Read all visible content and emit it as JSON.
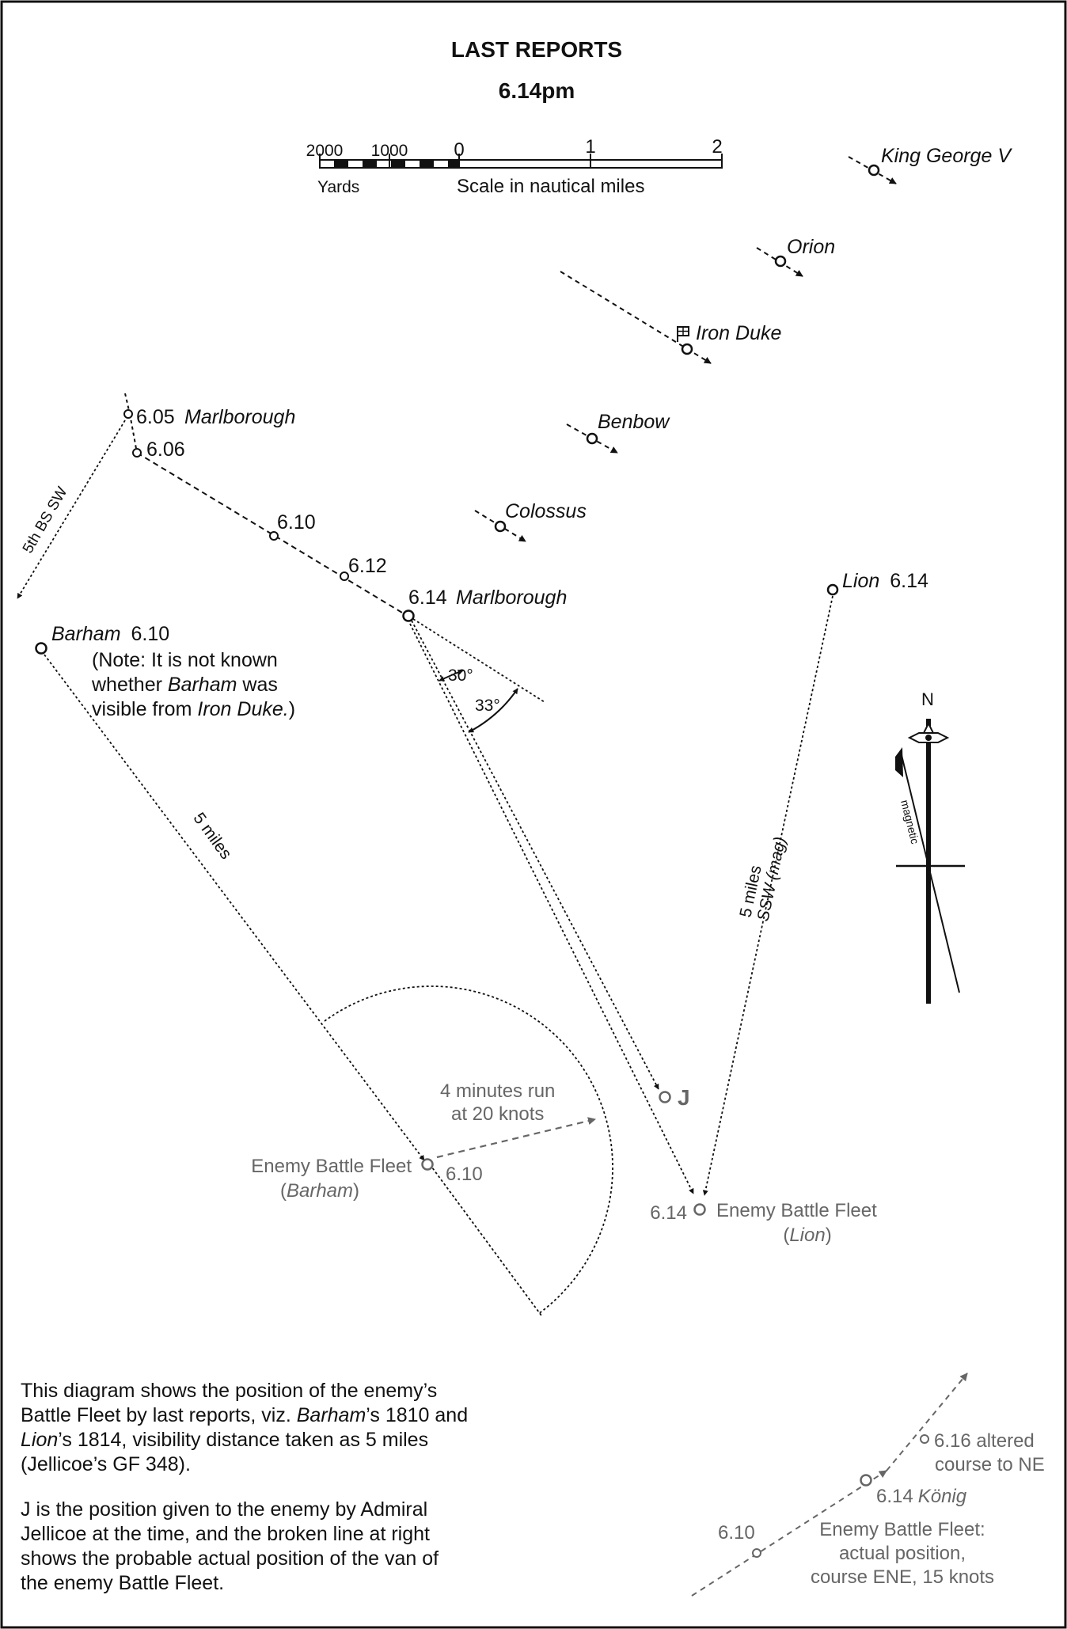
{
  "title": "LAST REPORTS",
  "subtitle": "6.14pm",
  "scale": {
    "yard_labels": [
      "2000",
      "1000",
      "0"
    ],
    "mile_labels": [
      "1",
      "2"
    ],
    "yards_caption": "Yards",
    "miles_caption": "Scale in nautical miles"
  },
  "ships": {
    "king_george_v": "King George V",
    "orion": "Orion",
    "iron_duke": "Iron Duke",
    "benbow": "Benbow",
    "colossus": "Colossus",
    "lion_name": "Lion",
    "lion_time": "6.14"
  },
  "marlborough": {
    "t605": "6.05",
    "name_605": "Marlborough",
    "t606": "6.06",
    "t610": "6.10",
    "t612": "6.12",
    "t614": "6.14",
    "name_614": "Marlborough",
    "fifth_bs": "5th BS SW"
  },
  "barham": {
    "name": "Barham",
    "time": "6.10",
    "note_1": "(Note: It is not known",
    "note_2a": "whether ",
    "note_2b": "Barham",
    "note_2c": " was",
    "note_3a": "visible from ",
    "note_3b": "Iron Duke.",
    "note_3c": ")",
    "distance": "5 miles"
  },
  "angles": {
    "a30": "30°",
    "a33": "33°"
  },
  "lion_bearing": {
    "distance": "5 miles",
    "bearing": "SSW (mag)"
  },
  "run": {
    "line1": "4 minutes run",
    "line2": "at 20 knots"
  },
  "enemy_barham": {
    "label": "Enemy Battle Fleet",
    "paren_open": "(",
    "name": "Barham",
    "paren_close": ")",
    "time": "6.10"
  },
  "enemy_lion": {
    "time": "6.14",
    "label": "Enemy Battle Fleet",
    "paren_open": "(",
    "name": "Lion",
    "paren_close": ")"
  },
  "j_label": "J",
  "compass": {
    "north": "N",
    "magnetic": "magnetic"
  },
  "konig": {
    "t610": "6.10",
    "t614": "6.14",
    "name": "König",
    "t616": "6.16 altered",
    "t616b": "course to NE",
    "fleet_1": "Enemy Battle Fleet:",
    "fleet_2": "actual position,",
    "fleet_3": "course ENE, 15 knots"
  },
  "notes": {
    "p1_l1": "This diagram shows the position of the enemy’s",
    "p1_l2a": "Battle Fleet by last reports, viz. ",
    "p1_l2b": "Barham",
    "p1_l2c": "’s 1810 and",
    "p1_l3a": "Lion",
    "p1_l3b": "’s 1814, visibility distance taken as 5 miles",
    "p1_l4": "(Jellicoe’s GF 348).",
    "p2_l1": "J is the position given to the enemy by Admiral",
    "p2_l2": "Jellicoe at the time, and the broken line at right",
    "p2_l3": "shows the probable actual position of the van of",
    "p2_l4": "the enemy Battle Fleet."
  }
}
